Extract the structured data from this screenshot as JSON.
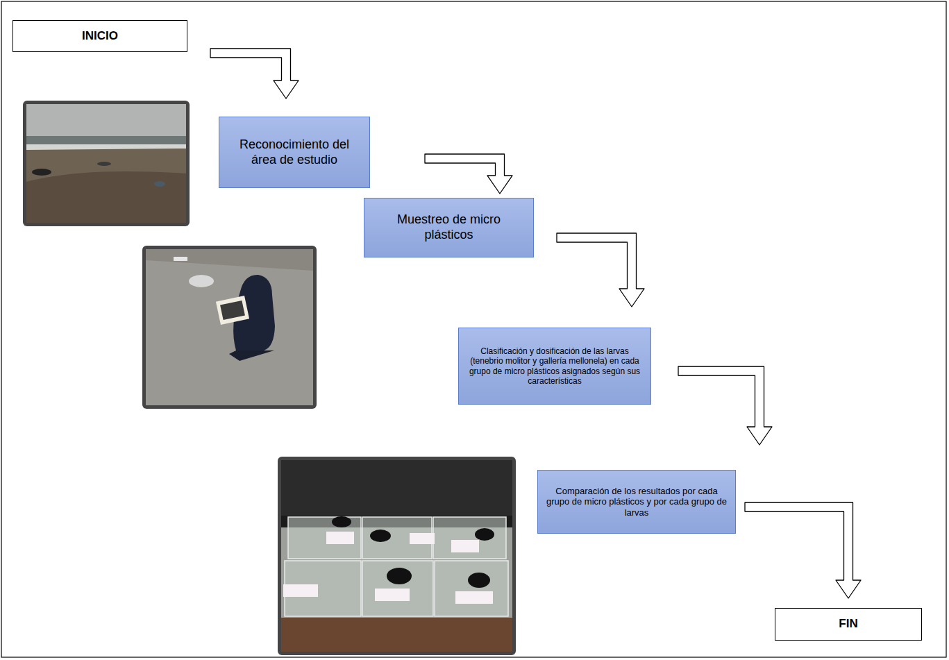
{
  "diagram": {
    "nodes": [
      {
        "text": [
          "INICIO"
        ]
      },
      {
        "text": [
          "Reconocimiento del área de estudio"
        ]
      },
      {
        "text": [
          "Muestreo de micro plásticos"
        ]
      },
      {
        "text": [
          "Clasificación y dosificación de las larvas (tenebrio molitor y gallería mellonela) en cada grupo de micro plásticos asignados según sus características"
        ]
      },
      {
        "text": [
          "Comparación de los resultados por cada grupo de micro plásticos y por cada grupo de larvas"
        ]
      },
      {
        "text": [
          "FIN"
        ]
      }
    ],
    "edges": [
      {
        "from": 0,
        "to": 1,
        "arrow": "to"
      },
      {
        "from": 1,
        "to": 2,
        "arrow": "to"
      },
      {
        "from": 2,
        "to": 3,
        "arrow": "to"
      },
      {
        "from": 3,
        "to": 4,
        "arrow": "to"
      },
      {
        "from": 4,
        "to": 5,
        "arrow": "to"
      }
    ]
  }
}
